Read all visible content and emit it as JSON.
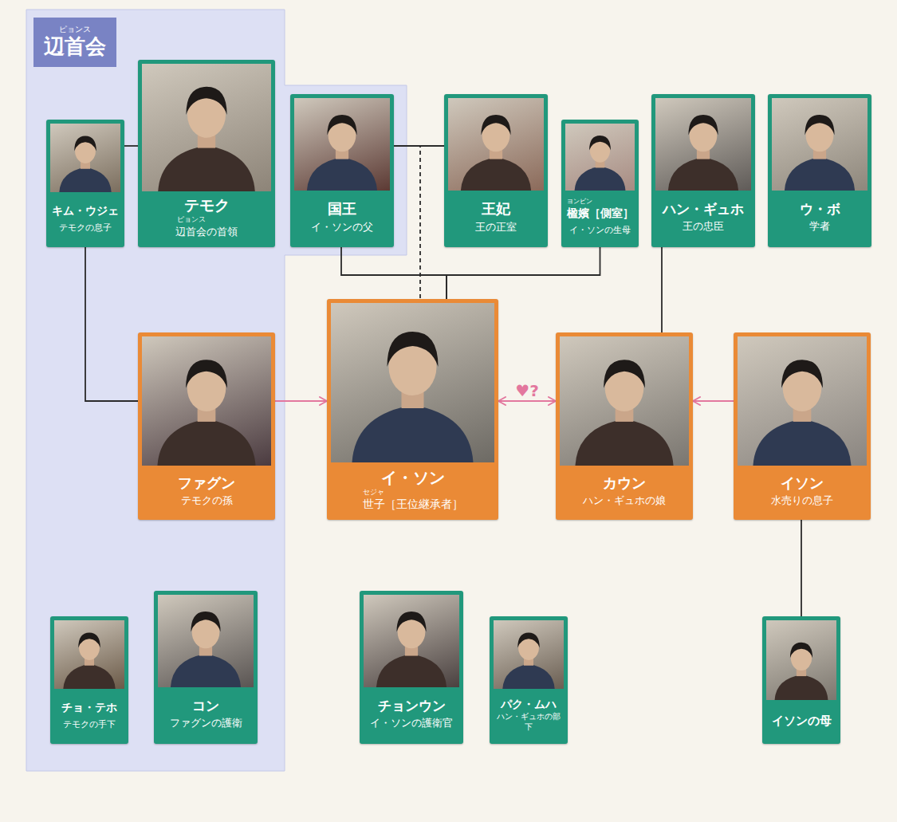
{
  "diagram": {
    "nodes": [
      {
        "text": [
          "ピョンス",
          "辺首会"
        ]
      },
      {
        "text": [
          "キム・ウジェ",
          "テモクの息子"
        ],
        "in": 0
      },
      {
        "text": [
          "テモク",
          "ピョンス",
          "辺首会の首領"
        ],
        "in": 0
      },
      {
        "text": [
          "国王",
          "イ・ソンの父"
        ],
        "in": 0
      },
      {
        "text": [
          "王妃",
          "王の正室"
        ]
      },
      {
        "text": [
          "ヨンビン",
          "楹嬪［側室］",
          "イ・ソンの生母"
        ]
      },
      {
        "text": [
          "ハン・ギュホ",
          "王の忠臣"
        ]
      },
      {
        "text": [
          "ウ・ボ",
          "学者"
        ]
      },
      {
        "text": [
          "ファグン",
          "テモクの孫"
        ],
        "in": 0
      },
      {
        "text": [
          "イ・ソン",
          "セジャ",
          "世子［王位継承者］"
        ]
      },
      {
        "text": [
          "カウン",
          "ハン・ギュホの娘"
        ]
      },
      {
        "text": [
          "イソン",
          "水売りの息子"
        ]
      },
      {
        "text": [
          "チョ・テホ",
          "テモクの手下"
        ],
        "in": 0
      },
      {
        "text": [
          "コン",
          "ファグンの護衛"
        ],
        "in": 0
      },
      {
        "text": [
          "チョンウン",
          "イ・ソンの護衛官"
        ]
      },
      {
        "text": [
          "パク・ムハ",
          "ハン・ギュホの部下"
        ]
      },
      {
        "text": [
          "イソンの母"
        ]
      }
    ],
    "edges": [
      {
        "from": 1,
        "to": 2,
        "arrow": "none"
      },
      {
        "from": 3,
        "to": 4,
        "arrow": "none"
      },
      {
        "from": 3,
        "to": 9,
        "arrow": "none"
      },
      {
        "from": 5,
        "to": 9,
        "arrow": "none"
      },
      {
        "from": 4,
        "to": 9,
        "arrow": "none"
      },
      {
        "from": 1,
        "to": 8,
        "arrow": "none"
      },
      {
        "from": 6,
        "to": 10,
        "arrow": "none"
      },
      {
        "from": 8,
        "to": 9,
        "arrow": "to"
      },
      {
        "from": 9,
        "to": 10,
        "label": "♥?",
        "arrow": "both"
      },
      {
        "from": 11,
        "to": 10,
        "arrow": "to"
      },
      {
        "from": 11,
        "to": 16,
        "arrow": "none"
      }
    ]
  }
}
